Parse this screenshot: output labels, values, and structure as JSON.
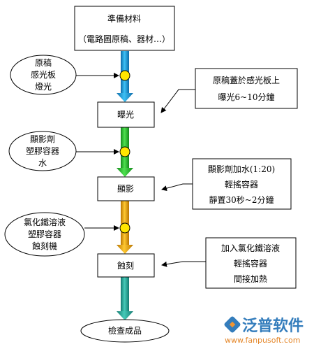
{
  "steps": {
    "materials": {
      "line1": "準備材料",
      "line2": "（電路圖原稿、器材…）"
    },
    "exposure": "曝光",
    "develop": "顯影",
    "etch": "蝕刻",
    "inspect": "檢查成品"
  },
  "inputs": {
    "exposure": [
      "原稿",
      "感光板",
      "燈光"
    ],
    "develop": [
      "顯影劑",
      "塑膠容器",
      "水"
    ],
    "etch": [
      "氯化鐵溶液",
      "塑膠容器",
      "蝕刻機"
    ]
  },
  "notes": {
    "exposure": [
      "原稿蓋於感光板上",
      "曝光6~10分鐘"
    ],
    "develop": [
      "顯影劑加水(1:20)",
      "輕搖容器",
      "靜置30秒~2分鐘"
    ],
    "etch": [
      "加入氯化鐵溶液",
      "輕搖容器",
      "間接加熱"
    ]
  },
  "watermark": {
    "brand": "泛普软件",
    "url": "www.fanpusoft.com"
  },
  "colors": {
    "arrow_blue": "#1aa0e0",
    "arrow_green": "#2ec033",
    "arrow_orange": "#f0a400",
    "arrow_teal": "#2aa59a",
    "junction_yellow": "#ffe600"
  }
}
